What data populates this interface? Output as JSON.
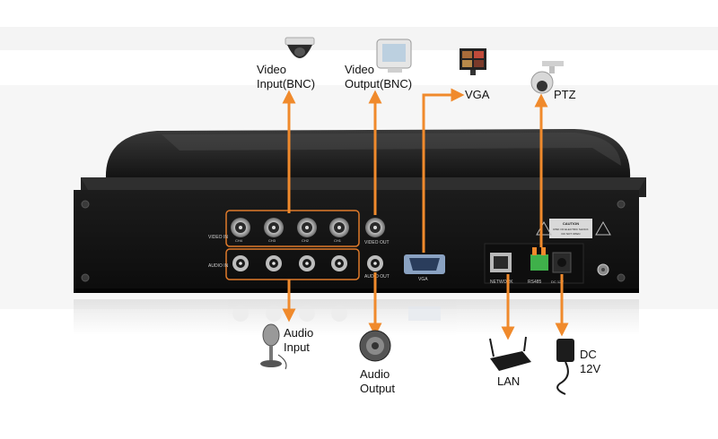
{
  "colors": {
    "arrow": "#f08a2c",
    "chassis": "#1c1c1c",
    "panel": "#141414",
    "highlight_box": "#e07a2a",
    "terminal_green": "#3fb04a"
  },
  "callouts": {
    "video_input": {
      "line1": "Video",
      "line2": "Input(BNC)",
      "icon": "dome-camera-icon"
    },
    "video_output": {
      "line1": "Video",
      "line2": "Output(BNC)",
      "icon": "crt-monitor-icon"
    },
    "vga": {
      "text": "VGA",
      "icon": "lcd-monitor-icon"
    },
    "ptz": {
      "text": "PTZ",
      "icon": "ptz-camera-icon"
    },
    "audio_input": {
      "line1": "Audio",
      "line2": "Input",
      "icon": "microphone-icon"
    },
    "audio_output": {
      "line1": "Audio",
      "line2": "Output",
      "icon": "speaker-icon"
    },
    "lan": {
      "text": "LAN",
      "icon": "router-icon"
    },
    "dc": {
      "line1": "DC",
      "line2": "12V",
      "icon": "power-adapter-icon"
    }
  },
  "panel_labels": {
    "video_in": "VIDEO IN",
    "audio_in": "AUDIO IN",
    "video_out": "VIDEO OUT",
    "audio_out": "AUDIO OUT",
    "vga": "VGA",
    "network": "NETWORK",
    "rs485": "RS485",
    "caution": "CAUTION",
    "caution_text1": "RISK OF ELECTRIC SHOCK",
    "caution_text2": "DO NOT OPEN",
    "dc_port": "DC 12V",
    "channels": [
      "CH4",
      "CH3",
      "CH2",
      "CH1"
    ]
  }
}
